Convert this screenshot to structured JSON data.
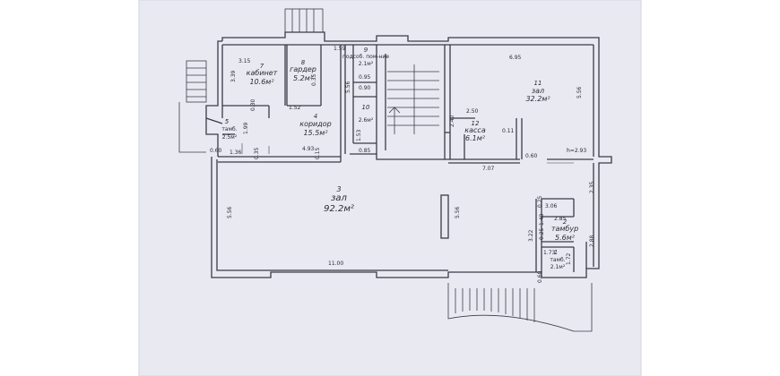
{
  "rooms": [
    {
      "num": "7",
      "name": "кабинет",
      "area": "10.6м²"
    },
    {
      "num": "8",
      "name": "гардер",
      "area": "5.2м²"
    },
    {
      "num": "9",
      "name": "подсоб. пом-ние",
      "area": "2.1м²"
    },
    {
      "num": "10",
      "name": "",
      "area": "2.6м²"
    },
    {
      "num": "11",
      "name": "зал",
      "area": "32.2м²"
    },
    {
      "num": "4",
      "name": "коридор",
      "area": "15.5м²"
    },
    {
      "num": "5",
      "name": "тамб.",
      "area": "2.5м²"
    },
    {
      "num": "12",
      "name": "касса",
      "area": "6.1м²"
    },
    {
      "num": "3",
      "name": "зал",
      "area": "92.2м²"
    },
    {
      "num": "2",
      "name": "тамбур",
      "area": "5.6м²"
    },
    {
      "num": "1",
      "name": "тамб.",
      "area": "2.1м²"
    }
  ],
  "dimensions": [
    "3.15",
    "3.39",
    "1.59",
    "6.95",
    "5.56",
    "0.90",
    "1.52",
    "0.95",
    "1.99",
    "4.93",
    "0.60",
    "1.36",
    "1.53",
    "0.85",
    "2.40",
    "2.50",
    "0.11",
    "5.56",
    "7.07",
    "h=2.93",
    "2.35",
    "3.06",
    "2.85",
    "2.88",
    "3.22",
    "1.73",
    "1.72",
    "11.00",
    "0.60",
    "5.56",
    "5.56",
    "0.60",
    "0.30",
    "0.15",
    "0.35",
    "0.35",
    "1.48",
    "0.25",
    "0.25"
  ]
}
